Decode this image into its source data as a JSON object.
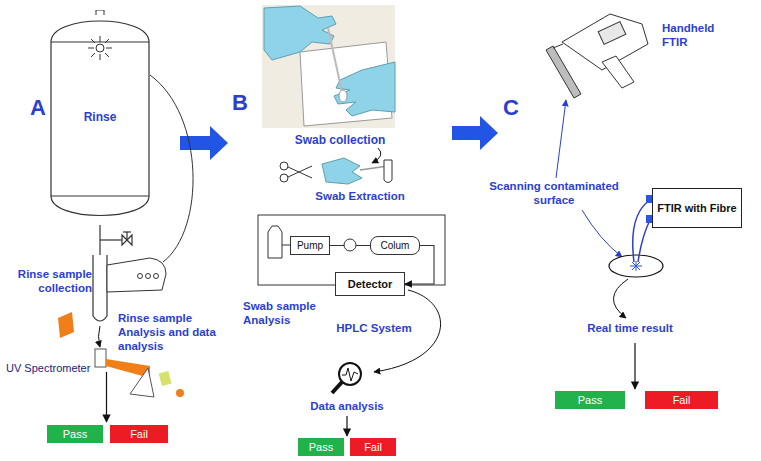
{
  "diagram": {
    "nodes": [
      {
        "text": [
          "Rinse"
        ]
      },
      {
        "text": [
          "Pass"
        ]
      },
      {
        "text": [
          "Fail"
        ]
      },
      {
        "text": [
          "Pump"
        ]
      },
      {
        "text": [
          "Colum"
        ]
      },
      {
        "text": [
          "Detector"
        ]
      },
      {
        "text": [
          "Pass"
        ]
      },
      {
        "text": [
          "Fail"
        ]
      },
      {
        "text": [
          "FTIR with Fibre"
        ]
      },
      {
        "text": [
          "Pass"
        ]
      },
      {
        "text": [
          "Fail"
        ]
      }
    ],
    "edges": [
      {
        "from": 3,
        "to": 4,
        "arrow": "none"
      },
      {
        "from": 4,
        "to": 5,
        "arrow": "to"
      }
    ],
    "labels": [
      "A",
      "Rinse sample collection",
      "UV Spectrometer",
      "Rinse sample Analysis and data analysis",
      "B",
      "Swab collection",
      "Swab Extraction",
      "Swab sample Analysis",
      "HPLC System",
      "Data analysis",
      "C",
      "Handheld FTIR",
      "Scanning contaminated surface",
      "Real time result"
    ]
  }
}
